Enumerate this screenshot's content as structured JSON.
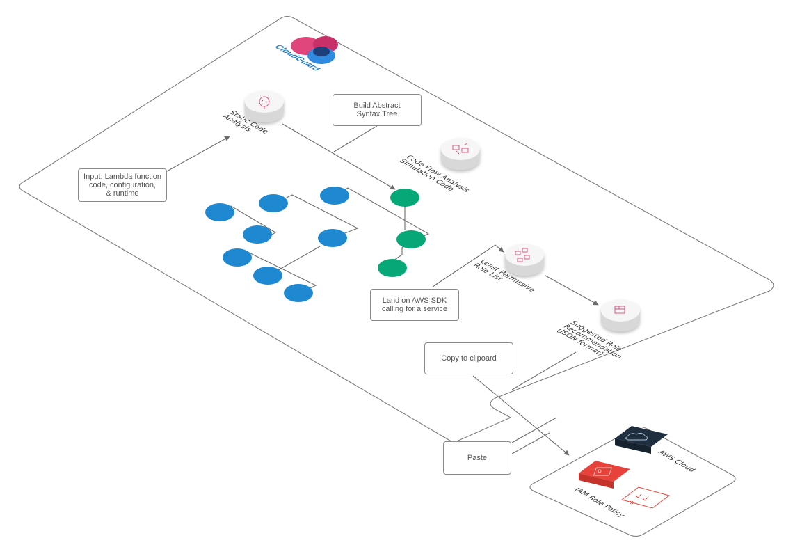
{
  "brand": {
    "name": "CloudGuard"
  },
  "colors": {
    "blue_node": "#1e88d1",
    "green_node": "#07a877",
    "line": "#6b6b6b",
    "aws_dark": "#1f2f3f",
    "iam_red": "#e8433a",
    "logo_pink": "#e0457c",
    "logo_blue": "#2f8be0"
  },
  "boxes": {
    "input": "Input: Lambda function\ncode, configuration,\n& runtime",
    "ast": "Build Abstract\nSyntax Tree",
    "aws_sdk": "Land on AWS SDK\ncalling for a service",
    "copy": "Copy to clipoard",
    "paste": "Paste"
  },
  "steps": {
    "static_code": "Static Code\nAnalysis",
    "code_flow": "Code Flow Analysis\nSimulation Code",
    "least_permissive": "Least Permissive\nRole List",
    "suggested_role": "Suggested Role\nRecommendation\n(JSON format)"
  },
  "targets": {
    "aws_cloud": "AWS Cloud",
    "iam_policy": "IAM Role Policy"
  },
  "icons": {
    "static_code": "code-review-icon",
    "code_flow": "code-flow-icon",
    "least_permissive": "role-list-icon",
    "suggested_role": "role-recommendation-icon",
    "aws_cloud": "cloud-icon",
    "iam_policy": "policy-document-icon",
    "checklist": "checklist-icon"
  }
}
